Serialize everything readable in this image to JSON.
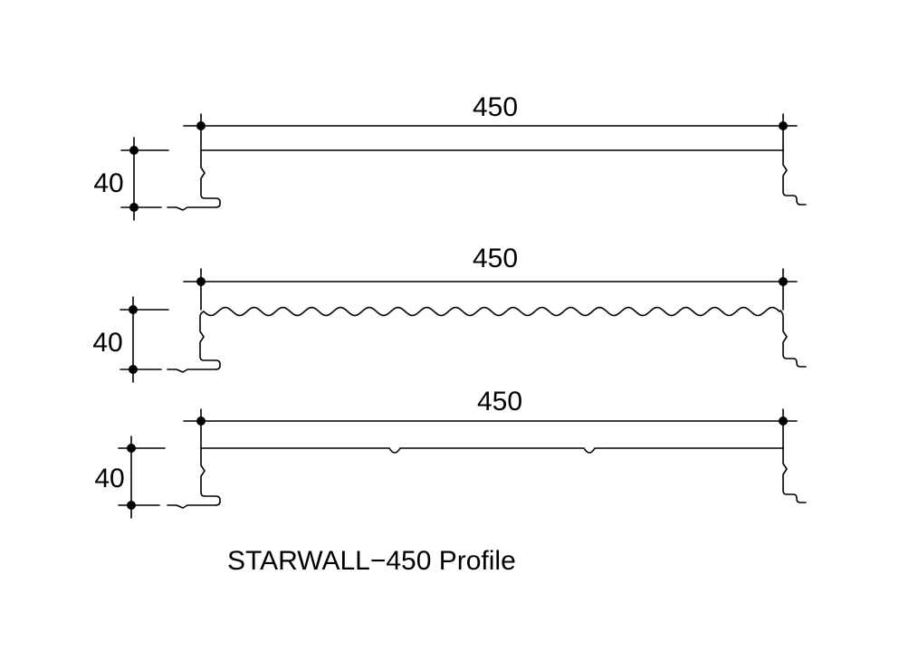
{
  "profiles": [
    {
      "width_label": "450",
      "height_label": "40",
      "surface": "flat"
    },
    {
      "width_label": "450",
      "height_label": "40",
      "surface": "corrugated"
    },
    {
      "width_label": "450",
      "height_label": "40",
      "surface": "flat with two grooves"
    }
  ],
  "caption": "STARWALL−450  Profile"
}
